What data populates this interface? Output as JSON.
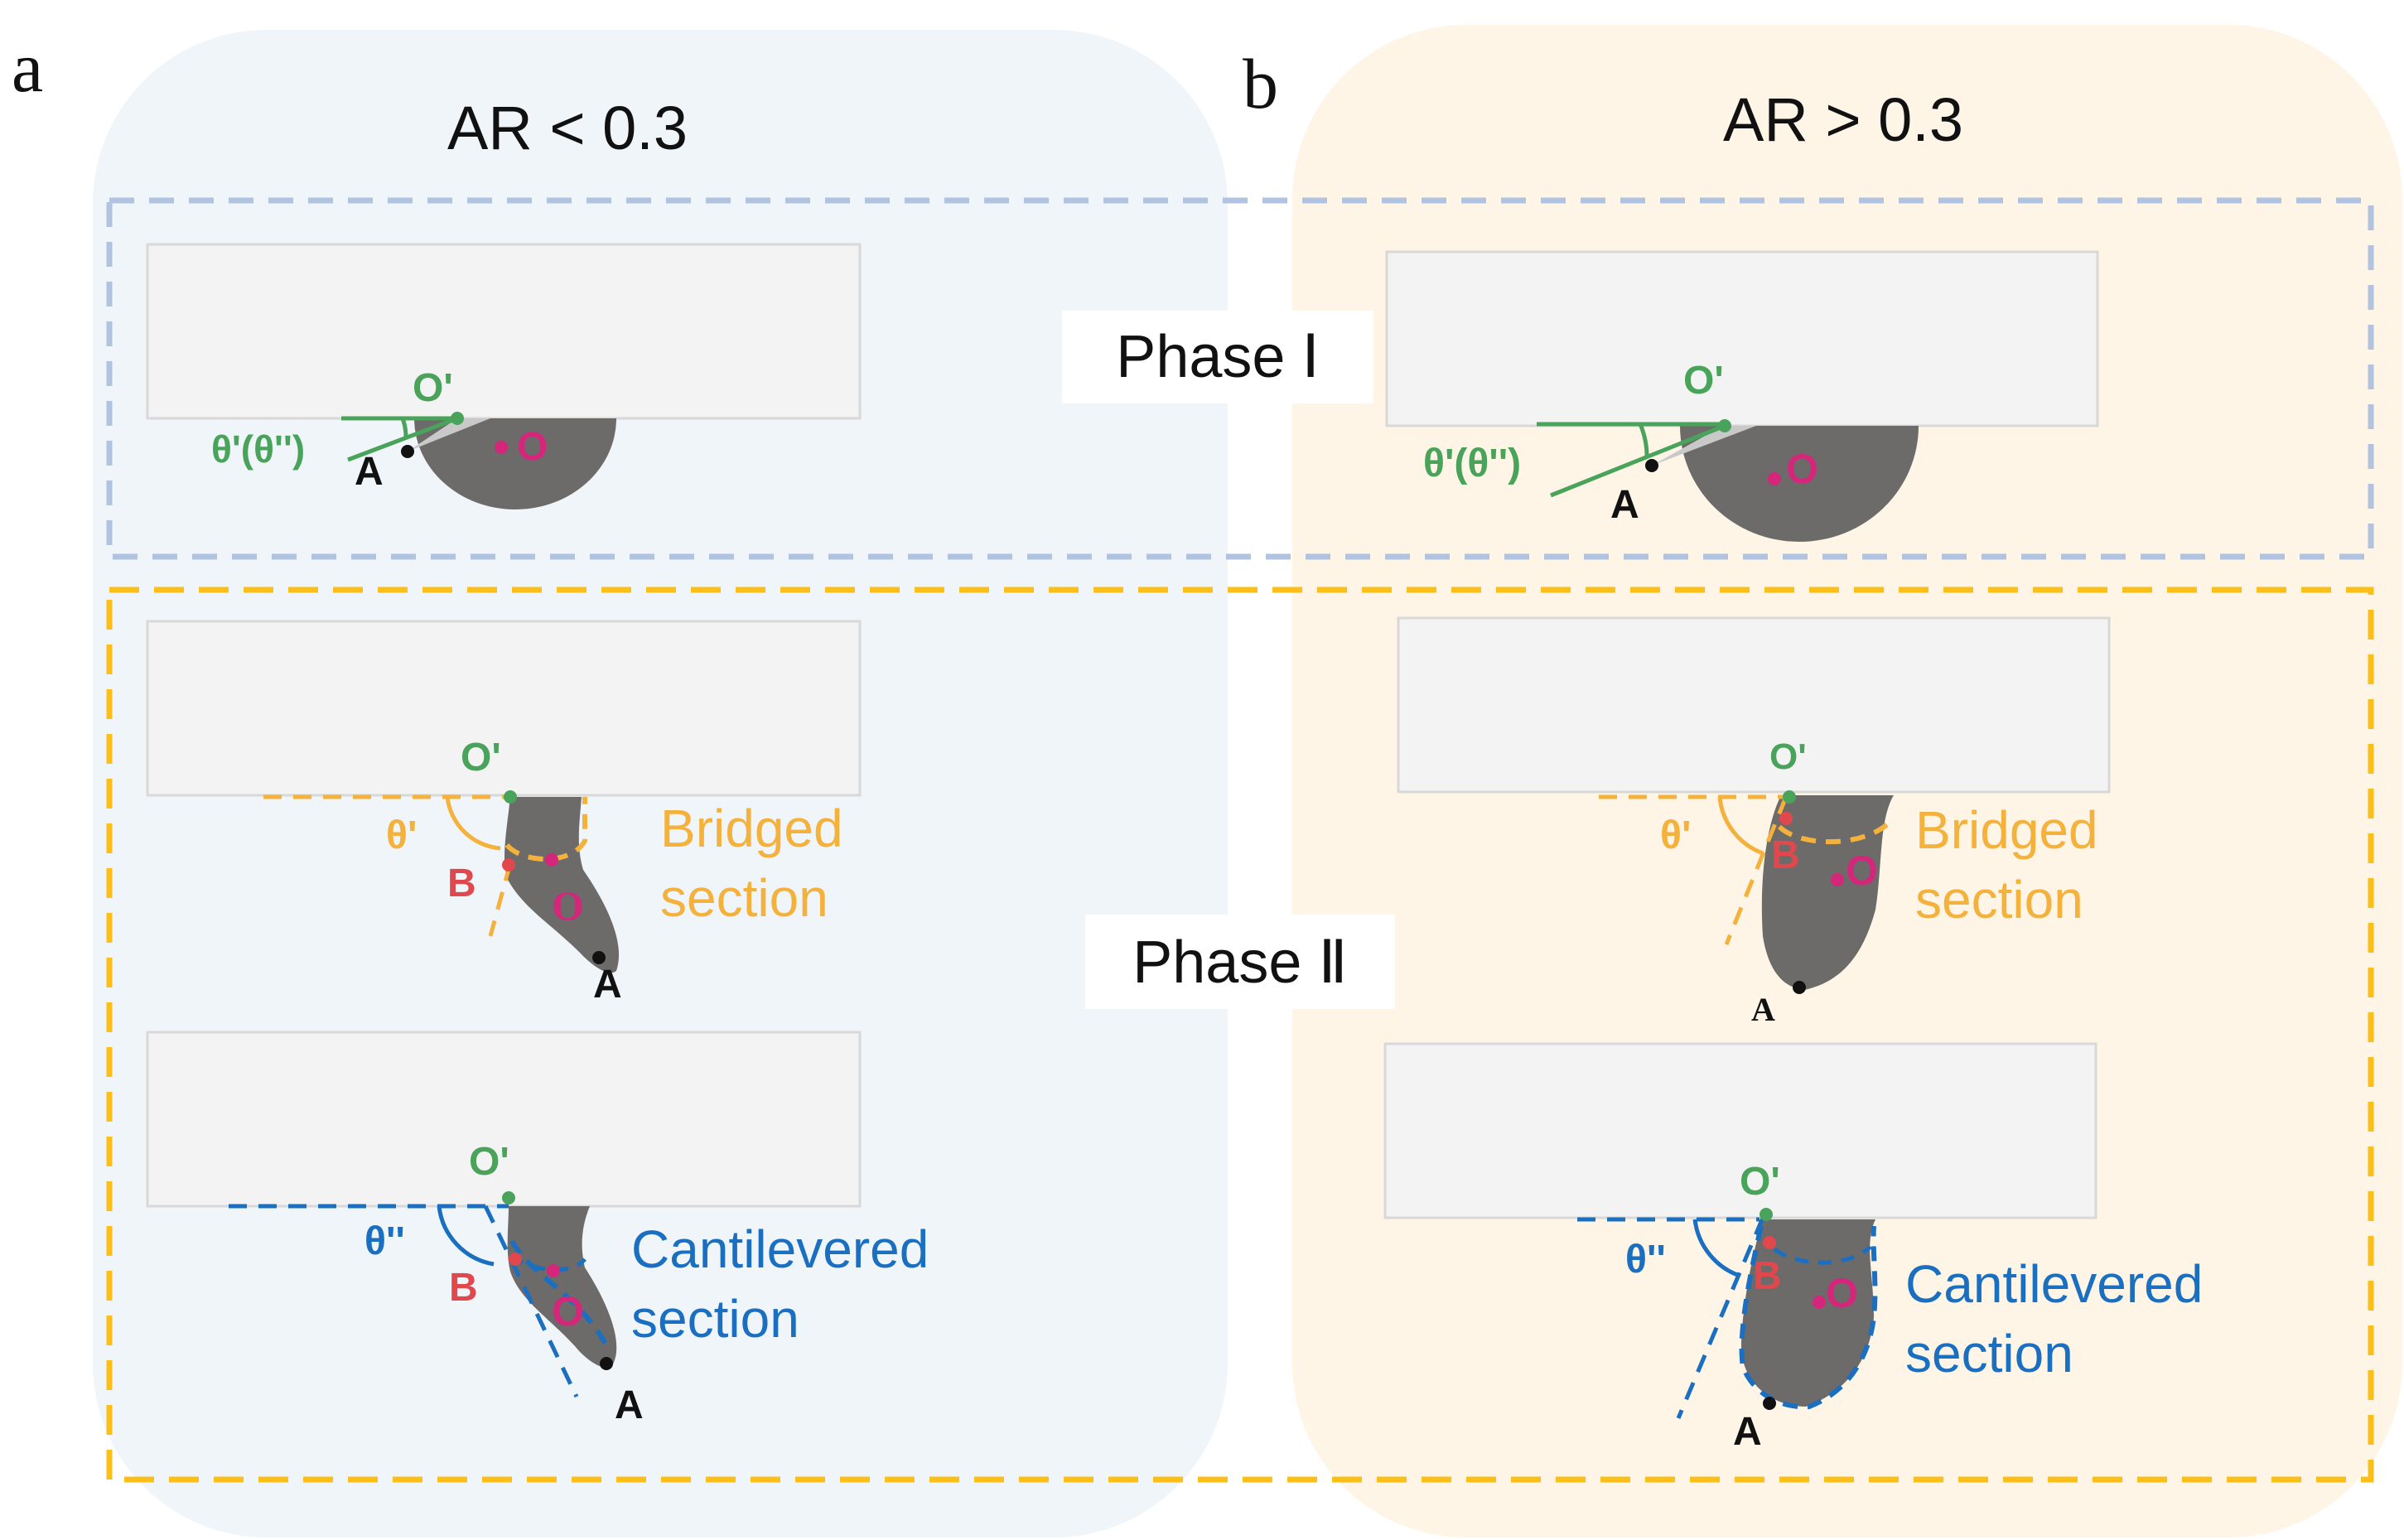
{
  "panels": {
    "a": {
      "letter": "a",
      "title": "AR < 0.3"
    },
    "b": {
      "letter": "b",
      "title": "AR > 0.3"
    }
  },
  "phases": {
    "phase1": "Phase Ⅰ",
    "phase2": "Phase Ⅱ"
  },
  "labels": {
    "o_prime": "O'",
    "o": "O",
    "a": "A",
    "b": "B",
    "theta_p_pp": "θ'(θ'')",
    "theta_p": "θ'",
    "theta_pp": "θ''",
    "bridged_1": "Bridged",
    "bridged_2": "section",
    "cantilevered_1": "Cantilevered",
    "cantilevered_2": "section"
  },
  "colors": {
    "panel_a_bg": "#f0f5fa",
    "panel_b_bg": "#fef5e7",
    "phase1_border": "#b0c4e2",
    "phase2_border": "#fbbf18",
    "substrate": "#f3f3f3",
    "substrate_edge": "#d8d8d8",
    "droplet": "#6d6a6a",
    "wedge": "#c9c9c9",
    "green": "#4aa35a",
    "magenta": "#d4267a",
    "orange": "#f4b13c",
    "blue": "#1a6fc0",
    "red": "#e0484e",
    "black": "#111111"
  }
}
